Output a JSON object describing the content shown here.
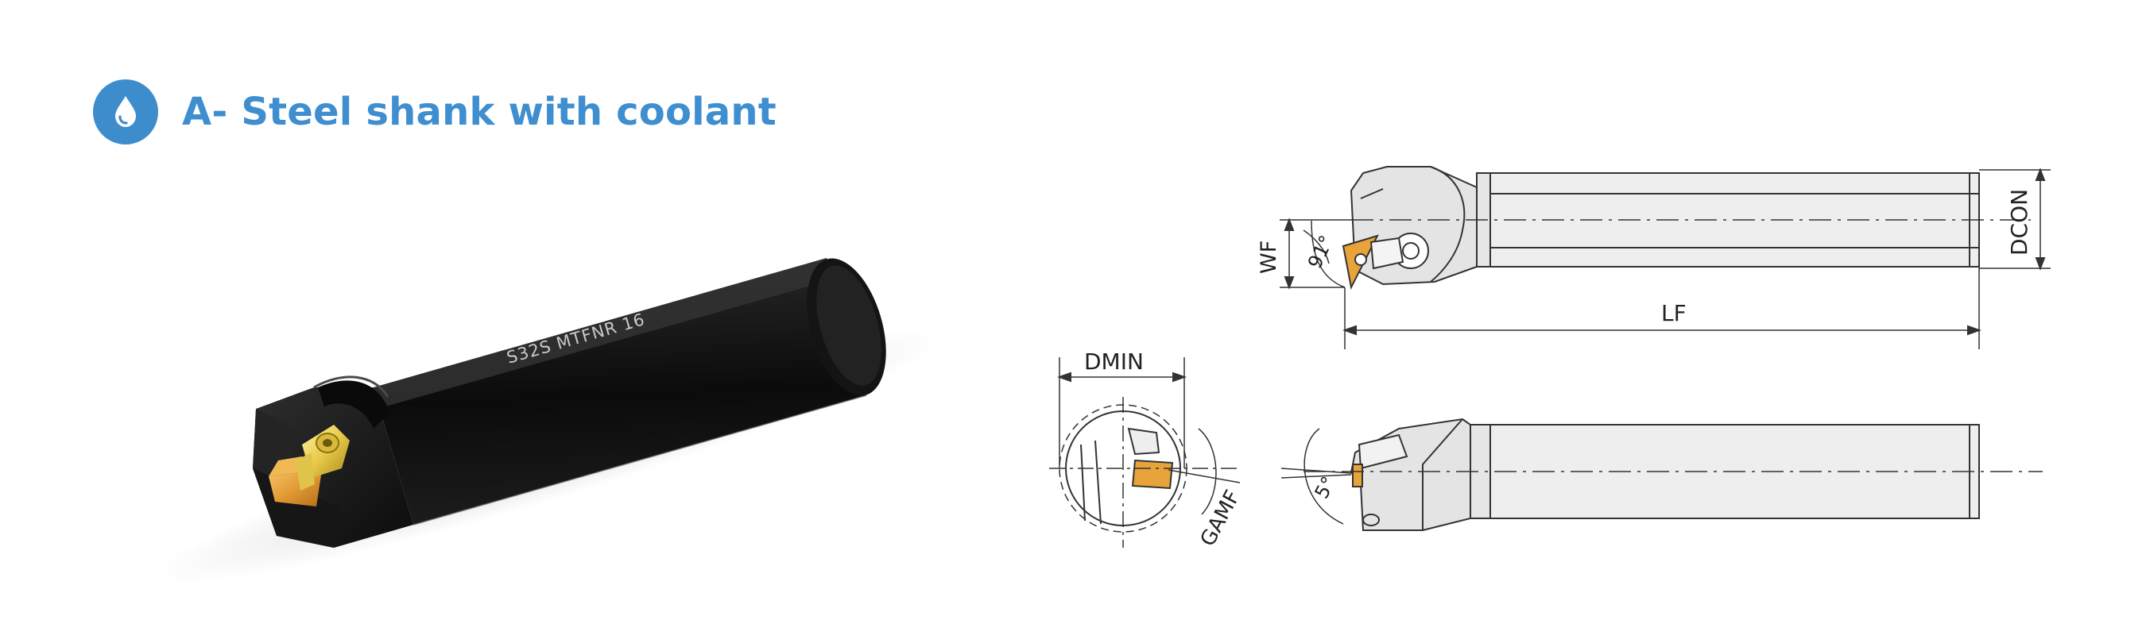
{
  "header": {
    "title": "A- Steel shank with coolant",
    "icon": "coolant-drop-icon",
    "accent_color": "#3f8ed0"
  },
  "product": {
    "engraving": "S32S  MTFNR  16",
    "insert_color": "#e8a33a"
  },
  "dimensions": {
    "wf": "WF",
    "angle_main": "91°",
    "dcon": "DCON",
    "lf": "LF",
    "dmin": "DMIN",
    "gamf": "GAMF",
    "angle_side": "5°"
  }
}
